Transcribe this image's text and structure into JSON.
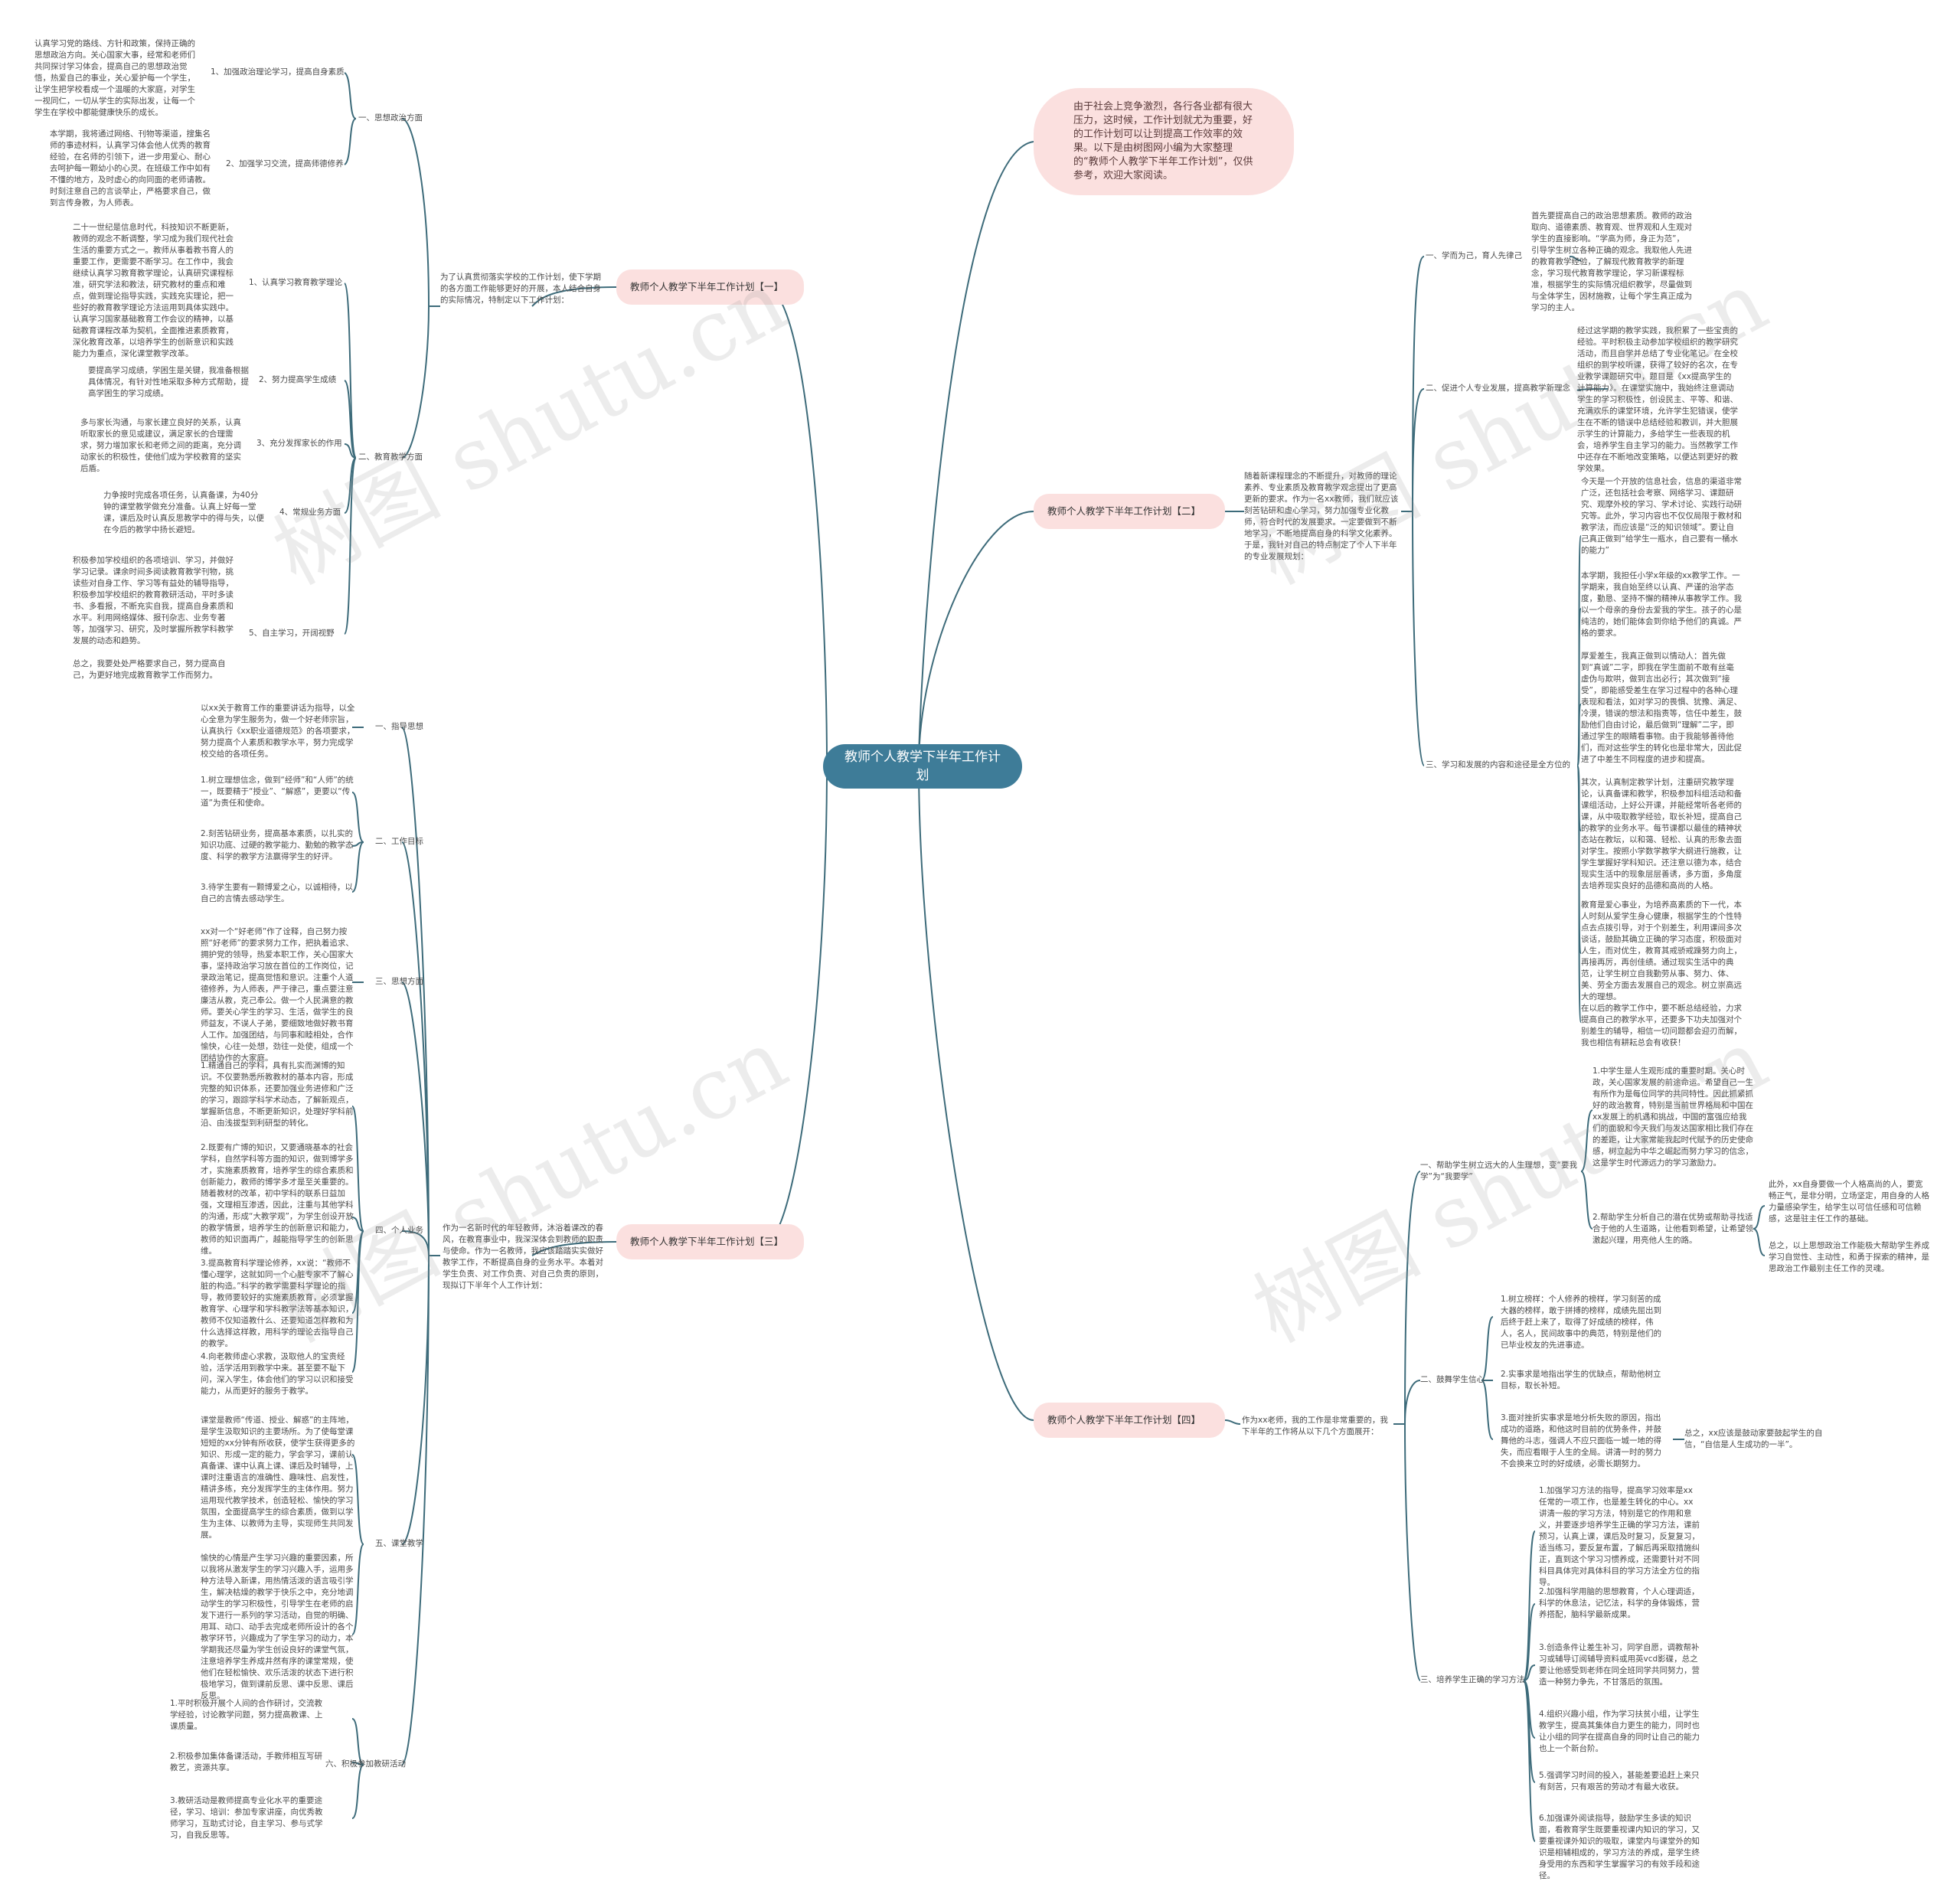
{
  "root": "教师个人教学下半年工作计划",
  "intro": "由于社会上竞争激烈，各行各业都有很大压力，这时候，工作计划就尤为重要，好的工作计划可以让到提高工作效率的效果。以下是由树图网小编为大家整理的“教师个人教学下半年工作计划”，仅供参考，欢迎大家阅读。",
  "watermark": "树图 shutu.cn",
  "b1": {
    "title": "教师个人教学下半年工作计划【一】",
    "desc": "为了认真贯彻落实学校的工作计划，使下学期的各方面工作能够更好的开展，本人结合自身的实际情况，特制定以下工作计划：",
    "s1": {
      "label": "一、思想政治方面",
      "i1": {
        "label": "1、加强政治理论学习，提高自身素质",
        "text": "认真学习党的路线、方针和政策，保持正确的思想政治方向。关心国家大事，经常和老师们共同探讨学习体会，提高自己的思想政治觉悟，热爱自己的事业，关心爱护每一个学生，让学生把学校看成一个温暖的大家庭，对学生一视同仁，一切从学生的实际出发，让每一个学生在学校中都能健康快乐的成长。"
      },
      "i2": {
        "label": "2、加强学习交流，提高师德修养",
        "text": "本学期，我将通过网络、刊物等渠道，搜集名师的事迹材料，认真学习体会他人优秀的教育经验，在名师的引领下，进一步用爱心、耐心去呵护每一颗幼小的心灵。在班级工作中如有不懂的地方，及时虚心的向同面的老师请教。时刻注意自己的言谈举止，严格要求自己，做到言传身教，为人师表。"
      }
    },
    "s2": {
      "label": "二、教育教学方面",
      "i1": {
        "label": "1、认真学习教育教学理论",
        "text": "二十一世纪是信息时代，科技知识不断更新，教师的观念不断调整，学习成为我们现代社会生活的重要方式之一。教师从事着教书育人的重要工作，更需要不断学习。在工作中，我会继续认真学习教育教学理论，认真研究课程标准，研究学法和教法，研究教材的重点和难点，做到理论指导实践，实践充实理论，把一些好的教育教学理论方法运用到具体实践中。认真学习国家基础教育工作会议的精神，以基础教育课程改革为契机，全面推进素质教育，深化教育改革，以培养学生的创新意识和实践能力为重点，深化课堂教学改革。"
      },
      "i2": {
        "label": "2、努力提高学生成绩",
        "text": "要提高学习成绩，学困生是关键，我准备根据具体情况，有针对性地采取多种方式帮助，提高学困生的学习成绩。"
      },
      "i3": {
        "label": "3、充分发挥家长的作用",
        "text": "多与家长沟通，与家长建立良好的关系，认真听取家长的意见或建议，满足家长的合理需求，努力增加家长和老师之间的距离，充分调动家长的积极性，使他们成为学校教育的坚实后盾。"
      },
      "i4": {
        "label": "4、常规业务方面",
        "text": "力争按时完成各项任务，认真备课，为40分钟的课堂教学做充分准备。认真上好每一堂课，课后及时认真反思教学中的得与失，以便在今后的教学中扬长避短。"
      },
      "i5": {
        "label": "5、自主学习，开阔视野",
        "text": "积极参加学校组织的各项培训、学习，并做好学习记录。课余时间多阅读教育教学刊物，挑读些对自身工作、学习等有益处的辅导指导，积极参加学校组织的教育教研活动，平时多读书、多看报，不断充实自我，提高自身素质和水平。利用网络媒体、报刊杂志、业务专著等，加强学习、研究，及时掌握所教学科教学发展的动态和趋势。"
      },
      "summary": "总之，我要处处严格要求自己，努力提高自己，为更好地完成教育教学工作而努力。"
    }
  },
  "b2": {
    "title": "教师个人教学下半年工作计划【二】",
    "desc": "随着新课程理念的不断提升，对教师的理论素养、专业素质及教育教学观念提出了更高更新的要求。作为一名xx教师，我们就应该刻苦钻研和虚心学习，努力加强专业化教师，符合时代的发展要求。一定要做到不断地学习，不断地提高自身的科学文化素养。于是，我针对自己的特点制定了个人下半年的专业发展规划：",
    "s1": {
      "label": "一、学而为己，育人先律己",
      "text": "首先要提高自己的政治思想素质。教师的政治取向、道德素质、教育观、世界观和人生观对学生的直接影响。“学高为师，身正为范”，引导学生树立各种正确的观念。我取他人先进的教育教学经验，了解现代教育教学的新理念，学习现代教育教学理论，学习新课程标准，根据学生的实际情况组织教学，尽量做到与全体学生，因材施教，让每个学生真正成为学习的主人。"
    },
    "s2": {
      "label": "二、促进个人专业发展，提高教学新理念",
      "text": "经过这学期的教学实践，我积累了一些宝贵的经验。平时积极主动参加学校组织的教学研究活动，而且自学并总结了专业化笔记。在全校组织的到学校听课，获得了较好的名次，在专业教学课题研究中，题目是《xx提高学生的计算能力》。在课堂实施中，我始终注意调动学生的学习积极性，创设民主、平等、和谐、充满欢乐的课堂环境，允许学生犯错误，使学生在不断的错误中总结经验和教训，并大胆展示学生的计算能力，多给学生一些表现的机会，培养学生自主学习的能力。当然教学工作中还存在不断地改变策略，以便达到更好的教学效果。"
    },
    "s3": {
      "label": "三、学习和发展的内容和途径是全方位的",
      "p1": "今天是一个开放的信息社会，信息的渠道非常广泛，还包括社会考察、网络学习、课题研究、观摩外校的学习、学术讨论、实践行动研究等。此外，学习内容也不仅仅局限于教材和教学法，而应该是“泛的知识领域”。要让自己真正做到“给学生一瓶水，自己要有一桶水的能力”",
      "p2": "本学期，我担任小学x年级的xx教学工作。一学期来，我自始至终以认真、严谨的治学态度，勤恳、坚持不懈的精神从事教学工作。我以一个母亲的身份去爱我的学生。孩子的心是纯洁的，她们能体会到你给予他们的真诚。严格的要求。",
      "p3": "厚爱差生，我真正做到以情动人：首先做到“真诚”二字，即我在学生面前不敢有丝毫虚伪与欺哄，做到言出必行；其次做到“接受”，即能感受差生在学习过程中的各种心理表现和看法，如对学习的畏惧、犹豫、满足、冷漠，错误的想法和指责等，信任中差生，鼓励他们自由讨论，最后做到“理解”二字，即通过学生的眼睛看事物。由于我能够善待他们，而对这些学生的转化也是非常大，因此促进了中差生不同程度的进步和提高。",
      "p4": "其次，认真制定教学计划，注重研究教学理论，认真备课和教学，积极参加科组活动和备课组活动，上好公开课，并能经常听各老师的课，从中吸取教学经验，取长补短，提高自己的教学的业务水平。每节课都以最佳的精神状态站在教坛，以和蔼、轻松、认真的形象去面对学生。按照小学数学教学大纲进行施教，让学生掌握好学科知识。还注意以德为本，结合现实生活中的现象层层善诱，多方面，多角度去培养现实良好的品德和高尚的人格。",
      "p5": "教育是爱心事业，为培养高素质的下一代，本人时刻从爱学生身心健康，根据学生的个性特点去点拨引导，对于个别差生，利用课间多次谈话，鼓励其确立正确的学习态度，积极面对人生，而对优生，教育其戒骄戒躁努力向上，再接再厉，再创佳绩。通过现实生活中的典范，让学生树立自我勤劳从事、努力、体、美、劳全方面去发展自己的观念。树立崇高远大的理想。",
      "p6": "在以后的教学工作中，要不断总结经验，力求提高自己的教学水平，还要多下功夫加强对个别差生的辅导，相信一切问题都会迎刃而解，我也相信有耕耘总会有收获！"
    }
  },
  "b3": {
    "title": "教师个人教学下半年工作计划【三】",
    "desc": "作为一名新时代的年轻教师，沐浴着课改的春风，在教育事业中，我深深体会到教师的职责与使命。作为一名教师，我应该踏踏实实做好教学工作，不断提高自身的业务水平。本着对学生负责、对工作负责、对自己负责的原则，现拟订下半年个人工作计划：",
    "s1": {
      "label": "一、指导思想",
      "text": "以xx关于教育工作的重要讲话为指导，以全心全意为学生服务为，做一个好老师宗旨，认真执行《xx职业道德规范》的各项要求，努力提高个人素质和教学水平，努力完成学校交给的各项任务。"
    },
    "s2": {
      "label": "二、工作目标",
      "t1": "1.树立理想信念，做到“经师”和“人师”的统一，既要精于“授业”、“解惑”，更要以“传道”为责任和使命。",
      "t2": "2.刻苦钻研业务，提高基本素质，以扎实的知识功底、过硬的教学能力、勤勉的教学态度、科学的教学方法赢得学生的好评。",
      "t3": "3.待学生要有一颗博爱之心，以诚相待，以自己的言情去感动学生。"
    },
    "s3": {
      "label": "三、思想方面",
      "text": "xx对一个“好老师”作了诠释，自己努力按照“好老师”的要求努力工作，把执着追求、拥护党的领导，热爱本职工作，关心国家大事，坚持政治学习放在首位的工作岗位，记录政治笔记，提高觉悟和意识。注重个人道德修养，为人师表，严于律己，重点要注意廉洁从教，克己奉公。做一个人民满意的教师。要关心学生的学习、生活，做学生的良师益友，不误人子弟，要细致地做好教书育人工作。加强团结，与同事和睦相处，合作愉快，心往一处想，劲往一处使，组成一个团结协作的大家庭。"
    },
    "s4": {
      "label": "四、个人业务",
      "t1": "1.精通自己的学科，具有扎实而渊博的知识。不仅要熟悉所教教材的基本内容，形成完整的知识体系，还要加强业务进修和广泛的学习，跟踪学科学术动态，了解新观点，掌握新信息，不断更新知识，处理好学科前沿、由浅拔型到利研型的转化。",
      "t2": "2.既要有广博的知识，又要通晓基本的社会学科，自然学科等方面的知识，做到博学多才，实施素质教育，培养学生的综合素质和创新能力，教师的博学多才是至关重要的。随着教材的改革，初中学科的联系日益加强，文理相互渗透，因此，注重与其他学科的沟通，形成“大教学观”，为学生创设开放的教学情景，培养学生的创新意识和能力，教师的知识面再广，越能指导学生的创新思维。",
      "t3": "3.提高教育科学理论修养，xx说：“教师不懂心理学，这就如同一个心脏专家不了解心脏的构造。”科学的教学需要科学理论的指导，教师要较好的实施素质教育，必须掌握教育学、心理学和学科教学法等基本知识，教师不仅知道教什么、还要知道怎样教和为什么选择这样教，用科学的理论去指导自己的教学。",
      "t4": "4.向老教师虚心求教，汲取他人的宝贵经验，活学活用到教学中来。甚至要不耻下问，深入学生，体会他们的学习以识和接受能力，从而更好的服务于教学。"
    },
    "s5": {
      "label": "五、课堂教学",
      "t1": "课堂是教师“传道、授业、解惑”的主阵地，是学生汲取知识的主要场所。为了使每堂课短短的xx分钟有所收获，使学生获得更多的知识、形成一定的能力，学会学习，课前认真备课、课中认真上课、课后及时辅导，上课时注重语言的准确性、趣味性、启发性，精讲多练，充分发挥学生的主体作用。努力运用现代教学技术，创造轻松、愉快的学习氛围，全面提高学生的综合素质，做到以学生为主体、以教师为主导，实现师生共同发展。",
      "t2": "愉快的心情是产生学习兴趣的重要因素，所以我将从激发学生的学习兴趣入手，运用多种方法导入新课，用热情活泼的语言吸引学生，解决枯燥的教学于快乐之中，充分地调动学生的学习积极性，引导学生在老师的启发下进行一系列的学习活动，自觉的明确、用耳、动口、动手去完成老师所设计的各个教学环节，兴趣成为了学生学习的动力，本学期我还尽量为学生创设良好的课堂气氛，注意培养学生养成井然有序的课堂常规，使他们在轻松愉快、欢乐活泼的状态下进行积极地学习，做到课前反思、课中反思、课后反思。"
    },
    "s6": {
      "label": "六、积极参加教研活动",
      "t1": "1.平时积极开展个人间的合作研讨，交流教学经验，讨论教学问题，努力提高教课、上课质量。",
      "t2": "2.积极参加集体备课活动，手教师相互写研教艺，资源共享。",
      "t3": "3.教研活动是教师提高专业化水平的重要途径，学习、培训：参加专家讲座，向优秀教师学习，互助式讨论，自主学习、参与式学习，自我反思等。"
    }
  },
  "b4": {
    "title": "教师个人教学下半年工作计划【四】",
    "desc": "作为xx老师，我的工作是非常重要的，我下半年的工作将从以下几个方面展开：",
    "s1": {
      "label": "一、帮助学生树立远大的人生理想，变“要我学”为“我要学”",
      "t1": "1.中学生是人生观形成的重要时期。关心时政，关心国家发展的前途命运。希望自己一生有所作为是每位同学的共同特性。因此抓紧抓好的政治教育，特别是当前世界格局和中国在xx发展上的机遇和挑战，中国的富强应给我们的面貌和今天我们与发达国家相比我们存在的差距，让大家常能我起时代赋予的历史使命感，树立起为中华之崛起而努力学习的信念，这是学生时代源远力的学习激励力。",
      "t2": "2.帮助学生分析自己的潜在优势或帮助寻找适合于他的人生道路，让他看到希望，让希望领激起兴理，用亮他人生的路。",
      "n1": "此外，xx自身要做一个人格高尚的人，要宽畅正气，是非分明，立场坚定，用自身的人格力量感染学生，给学生以可信任感和可信赖感，这是驻主任工作的基础。",
      "n2": "总之，以上思想政治工作能极大帮助学生养成学习自觉性、主动性，和勇于探索的精神，是思政治工作最别主任工作的灵魂。"
    },
    "s2": {
      "label": "二、鼓舞学生信心",
      "t1": "1.树立榜样：个人修养的榜样，学习刻苦的成大器的榜样，敢于拼搏的榜样，成绩先屈出到后终于赶上来了，取得了好成绩的榜样，伟人，名人，民间故事中的典范，特别是他们的已毕业校友的先进事迹。",
      "t2": "2.实事求是地指出学生的优缺点，帮助他树立目标，取长补短。",
      "t3": "3.面对挫折实事求是地分析失败的原因，指出成功的道路，和他这时目前的优势条件，并鼓舞他的斗志，强调人不应只面临一城一地的得失，而应看眼于人生的全局。讲清一时的努力不会换来立时的好成绩，必需长期努力。",
      "note": "总之，xx应该是鼓动家要鼓起学生的自信，“自信是人生成功的一半”。"
    },
    "s3": {
      "label": "三、培养学生正确的学习方法",
      "t1": "1.加强学习方法的指导，提高学习效率是xx任常的一项工作，也是差生转化的中心。xx讲清一般的学习方法，特别是它的作用和意义，并要逐步培养学生正确的学习方法，课前预习，认真上课，课后及时复习，反复复习，适当练习，要反复布置，了解后再采取措施纠正，直到这个学习习惯养成，还需要针对不同科目具体完对具体科目的学习方法全方位的指导。",
      "t2": "2.加强科学用脑的思想教育，个人心理调适，科学的休息法，记忆法，科学的身体锻炼，营养搭配，脑科学最新成果。",
      "t3": "3.创造条件让差生补习，同学自愿，调教帮补习或辅导订阅辅导资料或用英vcd影碟，总之要让他感受到老师在同全班同学共同努力，营造一种努力争先，不甘落后的氛围。",
      "t4": "4.组织兴趣小组，作为学习扶贫小组，让学生教学生，提高其集体自力更生的能力，同时也让小组的同学在提高自身的同时让自己的能力也上一个新台阶。",
      "t5": "5.强调学习时间的投入，甚能差要追赶上来只有刻苦，只有艰苦的劳动才有最大收获。",
      "t6": "6.加强课外阅读指导，鼓励学生多读的知识面，看教育学生既要重视课内知识的学习，又要重视课外知识的吸取，课堂内与课堂外的知识是相辅相成的，学习方法的养成，是学生终身受用的东西和学生掌握学习的有效手段和途径。"
    }
  }
}
